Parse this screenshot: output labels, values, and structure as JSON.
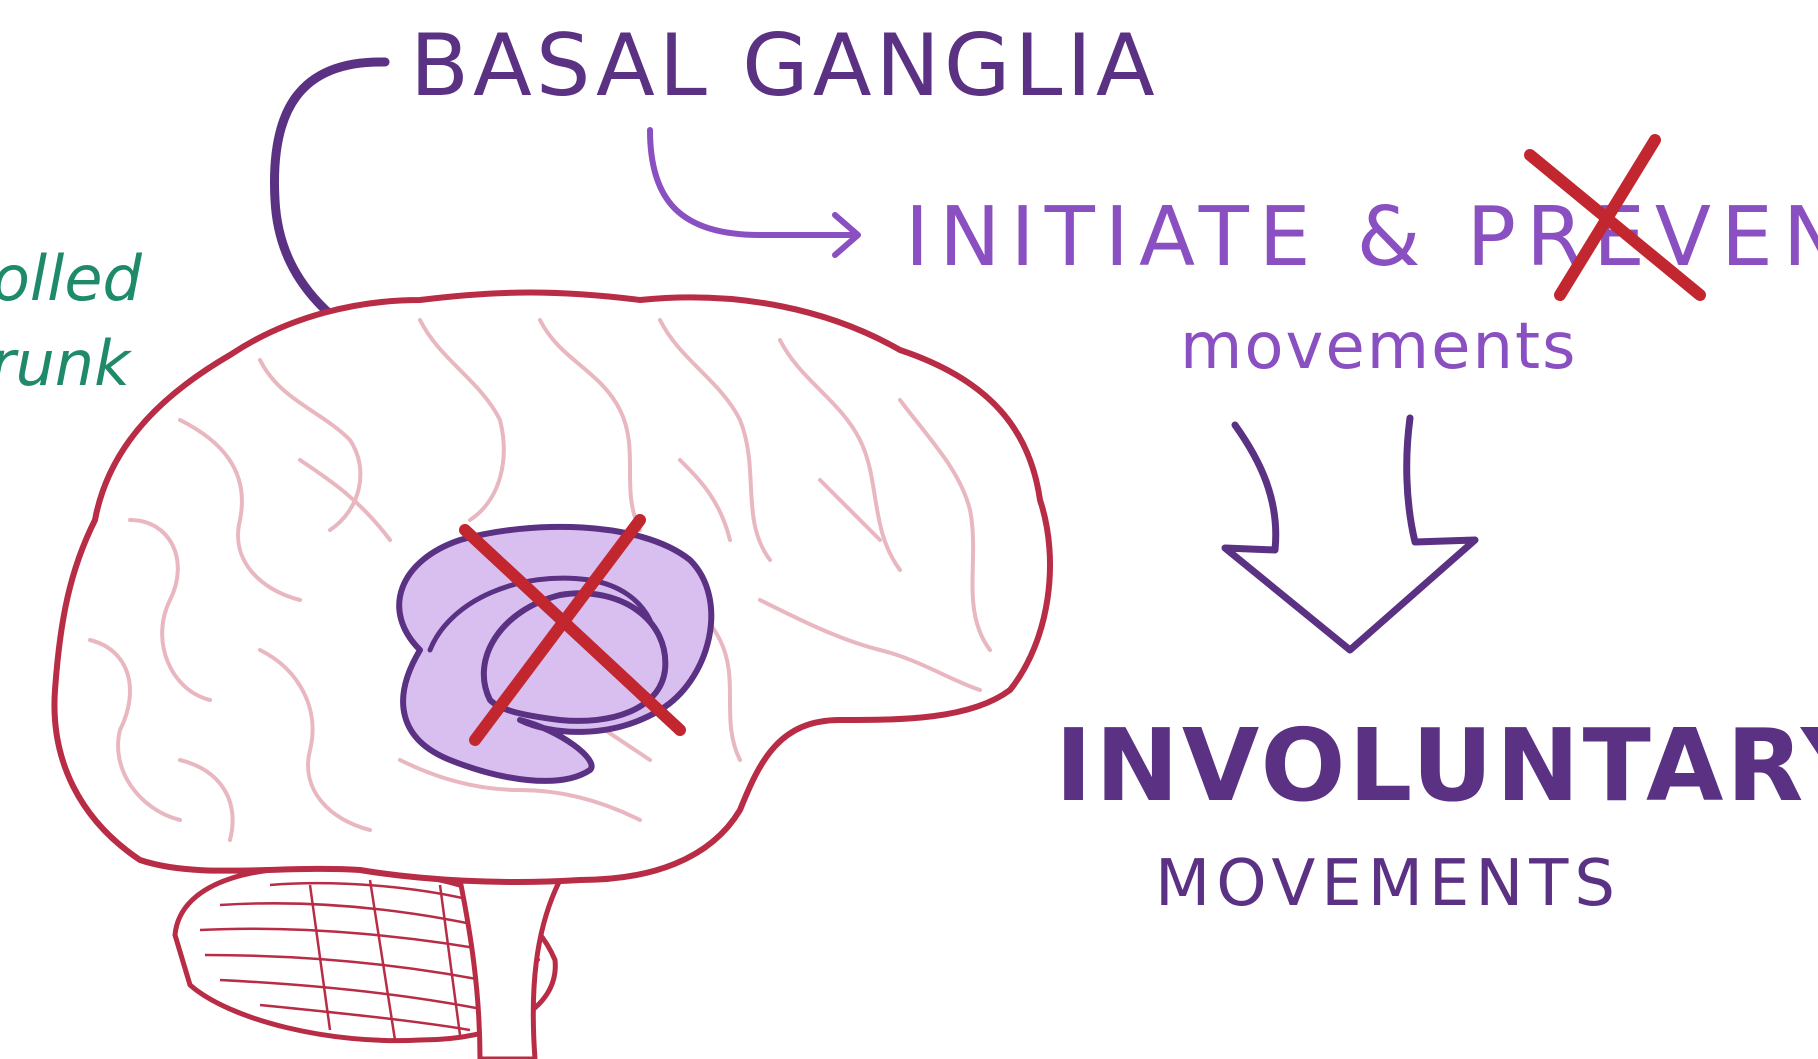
{
  "labels": {
    "basal_ganglia": "BASAL GANGLIA",
    "initiate_prevent": "INITIATE & PREVENT",
    "movements_small": "movements",
    "involuntary": "INVOLUNTARY",
    "movements_caps": "MOVEMENTS",
    "left_line1": "olled",
    "left_line2": "runk"
  },
  "colors": {
    "purple_dark": "#5b3184",
    "purple_light": "#8a4fc0",
    "brain_outline": "#b82c45",
    "gyri": "#e8b7bf",
    "basal_ganglia_fill": "#d9bff0",
    "cross_red": "#c2262e",
    "green_text": "#1e8a6a"
  }
}
